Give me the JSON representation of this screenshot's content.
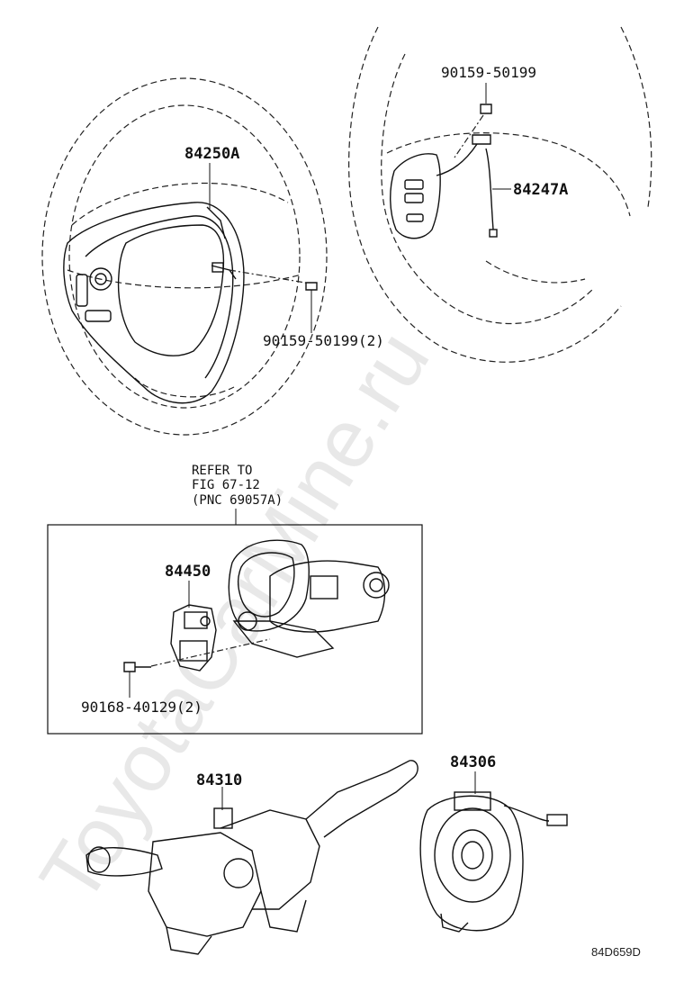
{
  "watermark": "ToyotaCarMine.ru",
  "labels": {
    "horn_pad": "84250A",
    "screw_top_right": "90159-50199",
    "switch_right": "84247A",
    "screw_left_wheel": "90159-50199(2)",
    "refer_line1": "REFER TO",
    "refer_line2": "FIG 67-12",
    "refer_line3": "(PNC 69057A)",
    "ignition_part": "84450",
    "screw_box": "90168-40129(2)",
    "combination_switch": "84310",
    "spiral_cable": "84306"
  },
  "diagram_code": "84D659D"
}
